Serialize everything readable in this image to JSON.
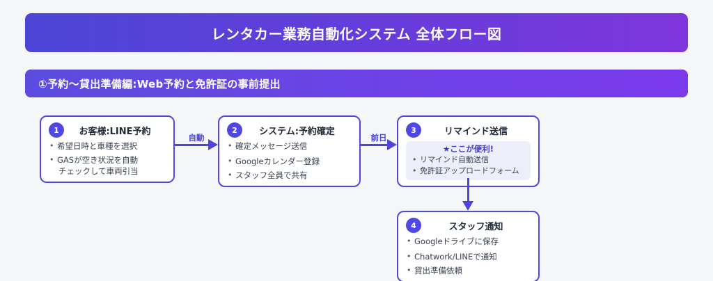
{
  "page": {
    "title": "レンタカー業務自動化システム 全体フロー図",
    "section_title": "①予約〜貸出準備編:Web予約と免許証の事前提出"
  },
  "colors": {
    "banner_gradient_start": "#4c45d7",
    "banner_gradient_end": "#7d36dc",
    "section_gradient_start": "#5b4cdf",
    "section_gradient_end": "#7c3aed",
    "node_border": "#4f46e5",
    "badge_bg": "#4f46e5",
    "arrow": "#4d45d8",
    "highlight_bg": "#eceffa",
    "highlight_text": "#4338ca",
    "page_bg": "#f5f6f8"
  },
  "flow": {
    "nodes": [
      {
        "number": "1",
        "title": "お客様:LINE予約",
        "items": [
          "希望日時と車種を選択",
          "GASが空き状況を自動",
          "チェックして車両引当"
        ]
      },
      {
        "number": "2",
        "title": "システム:予約確定",
        "items": [
          "確定メッセージ送信",
          "Googleカレンダー登録",
          "スタッフ全員で共有"
        ]
      },
      {
        "number": "3",
        "title": "リマインド送信",
        "highlight": {
          "title": "★ここが便利!",
          "items": [
            "リマインド自動送信",
            "免許証アップロードフォーム"
          ]
        }
      },
      {
        "number": "4",
        "title": "スタッフ通知",
        "items": [
          "Googleドライブに保存",
          "Chatwork/LINEで通知",
          "貸出準備依頼"
        ]
      }
    ],
    "connectors": [
      {
        "from": "1",
        "to": "2",
        "label": "自動",
        "direction": "right"
      },
      {
        "from": "2",
        "to": "3",
        "label": "前日",
        "direction": "right"
      },
      {
        "from": "3",
        "to": "4",
        "label": "",
        "direction": "down"
      }
    ]
  }
}
